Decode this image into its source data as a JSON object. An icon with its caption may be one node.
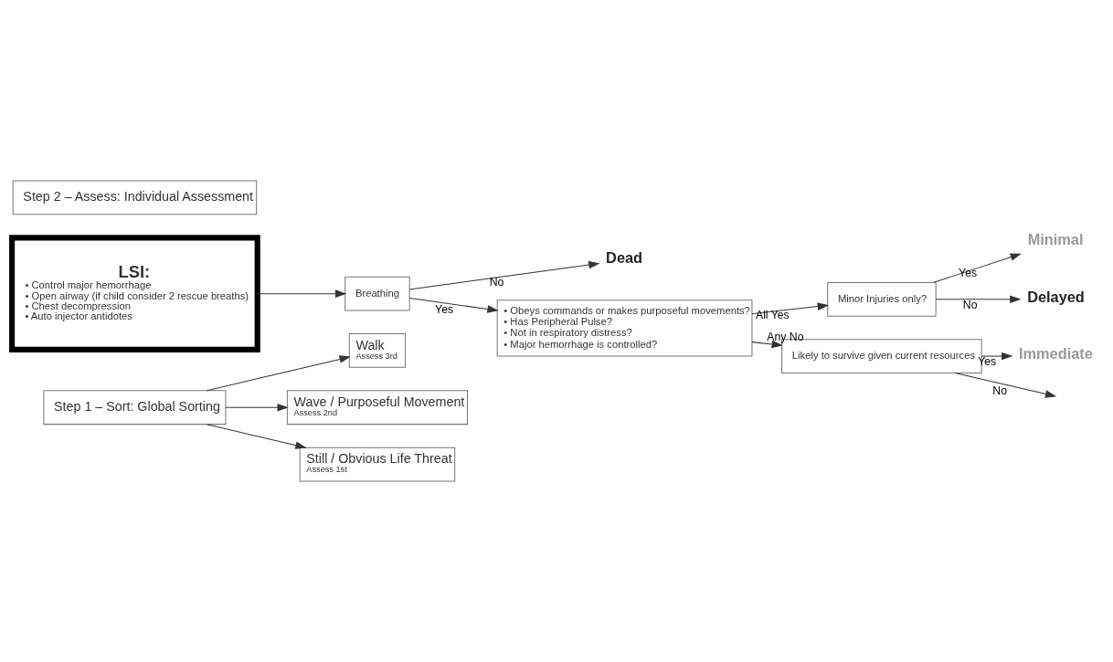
{
  "diagram": {
    "nodes": [
      {
        "text": [
          "Step 1 – Sort: Global Sorting"
        ]
      },
      {
        "text": [
          "Walk",
          "Assess 3rd"
        ]
      },
      {
        "text": [
          "Wave / Purposeful Movement",
          "Assess 2nd"
        ]
      },
      {
        "text": [
          "Still / Obvious Life Threat",
          "Assess 1st"
        ]
      },
      {
        "text": [
          "Step 2 – Assess: Individual Assessment"
        ]
      },
      {
        "text": [
          "LSI:",
          "• Control major hemorrhage",
          "• Open airway (if child consider 2 rescue breaths)",
          "• Chest decompression",
          "• Auto injector antidotes"
        ]
      },
      {
        "text": [
          "Breathing"
        ]
      },
      {
        "text": [
          "Dead"
        ]
      },
      {
        "text": [
          "• Obeys commands or makes purposeful movements?",
          "• Has Peripheral Pulse?",
          "• Not in respiratory distress?",
          "• Major hemorrhage is controlled?"
        ]
      },
      {
        "text": [
          "Minor Injuries only?"
        ]
      },
      {
        "text": [
          "Minimal"
        ]
      },
      {
        "text": [
          "Delayed"
        ]
      },
      {
        "text": [
          "Likely to survive given current resources"
        ]
      },
      {
        "text": [
          "Immediate"
        ]
      }
    ],
    "edges": [
      {
        "from": 0,
        "to": 1,
        "arrow": "to"
      },
      {
        "from": 0,
        "to": 2,
        "arrow": "to"
      },
      {
        "from": 0,
        "to": 3,
        "arrow": "to"
      },
      {
        "from": 5,
        "to": 6,
        "arrow": "to"
      },
      {
        "from": 6,
        "to": 8,
        "arrow": "to",
        "label": "Yes"
      },
      {
        "from": 6,
        "to": 7,
        "arrow": "to",
        "label": "No"
      },
      {
        "from": 8,
        "to": 9,
        "arrow": "to",
        "label": "All Yes"
      },
      {
        "from": 8,
        "to": 12,
        "arrow": "to",
        "label": "Any No"
      },
      {
        "from": 9,
        "to": 10,
        "arrow": "to",
        "label": "Yes"
      },
      {
        "from": 9,
        "to": 11,
        "arrow": "to",
        "label": "No"
      },
      {
        "from": 12,
        "to": 13,
        "arrow": "to",
        "label": "Yes"
      },
      {
        "from": 12,
        "to": null,
        "arrow": "to",
        "label": "No"
      }
    ]
  }
}
